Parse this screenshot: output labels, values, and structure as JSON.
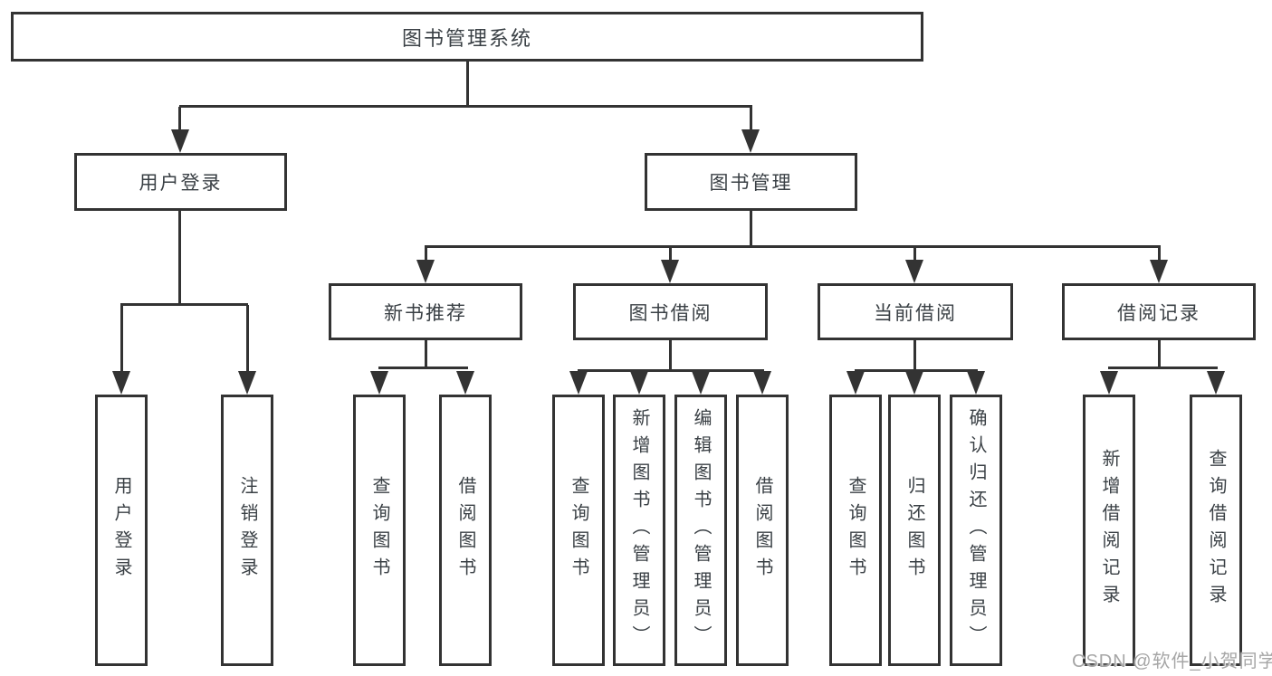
{
  "root": {
    "label": "图书管理系统"
  },
  "level2": [
    {
      "label": "用户登录"
    },
    {
      "label": "图书管理"
    }
  ],
  "level3": [
    {
      "label": "新书推荐",
      "parent": "图书管理"
    },
    {
      "label": "图书借阅",
      "parent": "图书管理"
    },
    {
      "label": "当前借阅",
      "parent": "图书管理"
    },
    {
      "label": "借阅记录",
      "parent": "图书管理"
    }
  ],
  "leaves": [
    {
      "label": "用户登录",
      "parent": "用户登录"
    },
    {
      "label": "注销登录",
      "parent": "用户登录"
    },
    {
      "label": "查询图书",
      "parent": "新书推荐"
    },
    {
      "label": "借阅图书",
      "parent": "新书推荐"
    },
    {
      "label": "查询图书",
      "parent": "图书借阅"
    },
    {
      "label": "新增图书（管理员）",
      "parent": "图书借阅"
    },
    {
      "label": "编辑图书（管理员）",
      "parent": "图书借阅"
    },
    {
      "label": "借阅图书",
      "parent": "图书借阅"
    },
    {
      "label": "查询图书",
      "parent": "当前借阅"
    },
    {
      "label": "归还图书",
      "parent": "当前借阅"
    },
    {
      "label": "确认归还（管理员）",
      "parent": "当前借阅"
    },
    {
      "label": "新增借阅记录",
      "parent": "借阅记录"
    },
    {
      "label": "查询借阅记录",
      "parent": "借阅记录"
    }
  ],
  "watermark": "CSDN @软件_小贺同学",
  "colors": {
    "line": "#333333",
    "text": "#3a4045",
    "background": "#ffffff",
    "watermark": "#a6a6a6"
  }
}
